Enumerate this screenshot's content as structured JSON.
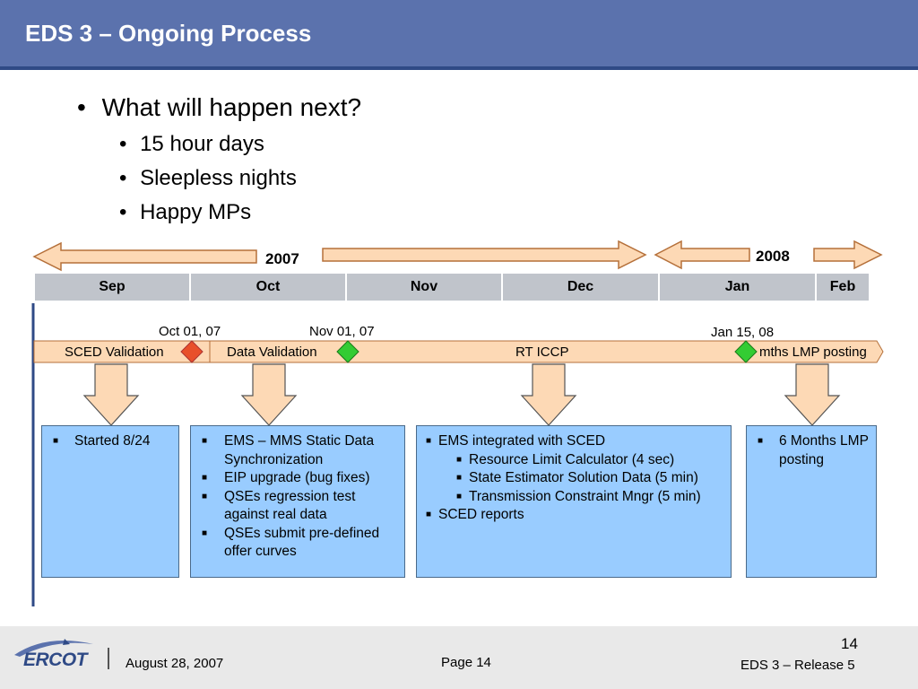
{
  "header": {
    "title": "EDS 3 – Ongoing Process"
  },
  "bullets": {
    "main": "What will happen next?",
    "sub": [
      "15 hour days",
      "Sleepless nights",
      "Happy MPs"
    ]
  },
  "timeline": {
    "years": [
      "2007",
      "2008"
    ],
    "months": [
      "Sep",
      "Oct",
      "Nov",
      "Dec",
      "Jan",
      "Feb"
    ],
    "milestones": [
      "Oct 01, 07",
      "Nov 01, 07",
      "Jan 15, 08"
    ],
    "phases": [
      "SCED Validation",
      "Data Validation",
      "RT ICCP",
      "mths LMP posting"
    ]
  },
  "boxes": {
    "box1": [
      "Started 8/24"
    ],
    "box2": [
      "EMS – MMS Static Data Synchronization",
      "EIP upgrade (bug fixes)",
      "QSEs regression test against real data",
      "QSEs submit pre-defined offer curves"
    ],
    "box3_top1": "EMS integrated with SCED",
    "box3_sub": [
      "Resource Limit Calculator (4 sec)",
      "State Estimator Solution Data (5 min)",
      "Transmission Constraint Mngr (5 min)"
    ],
    "box3_top2": "SCED reports",
    "box4": [
      "6 Months LMP posting"
    ]
  },
  "footer": {
    "logo": "ERCOT",
    "date": "August 28, 2007",
    "page": "Page 14",
    "slide_number": "14",
    "release": "EDS 3 – Release 5"
  },
  "colors": {
    "title_bar": "#5b72ad",
    "arrow_fill": "#fdd9b5",
    "arrow_stroke": "#b5703a",
    "timeline_bar": "#fdd9b5",
    "milestone_red": "#e8502a",
    "milestone_green": "#33cc33",
    "box_fill": "#99ccff",
    "month_fill": "#c0c4cb"
  }
}
